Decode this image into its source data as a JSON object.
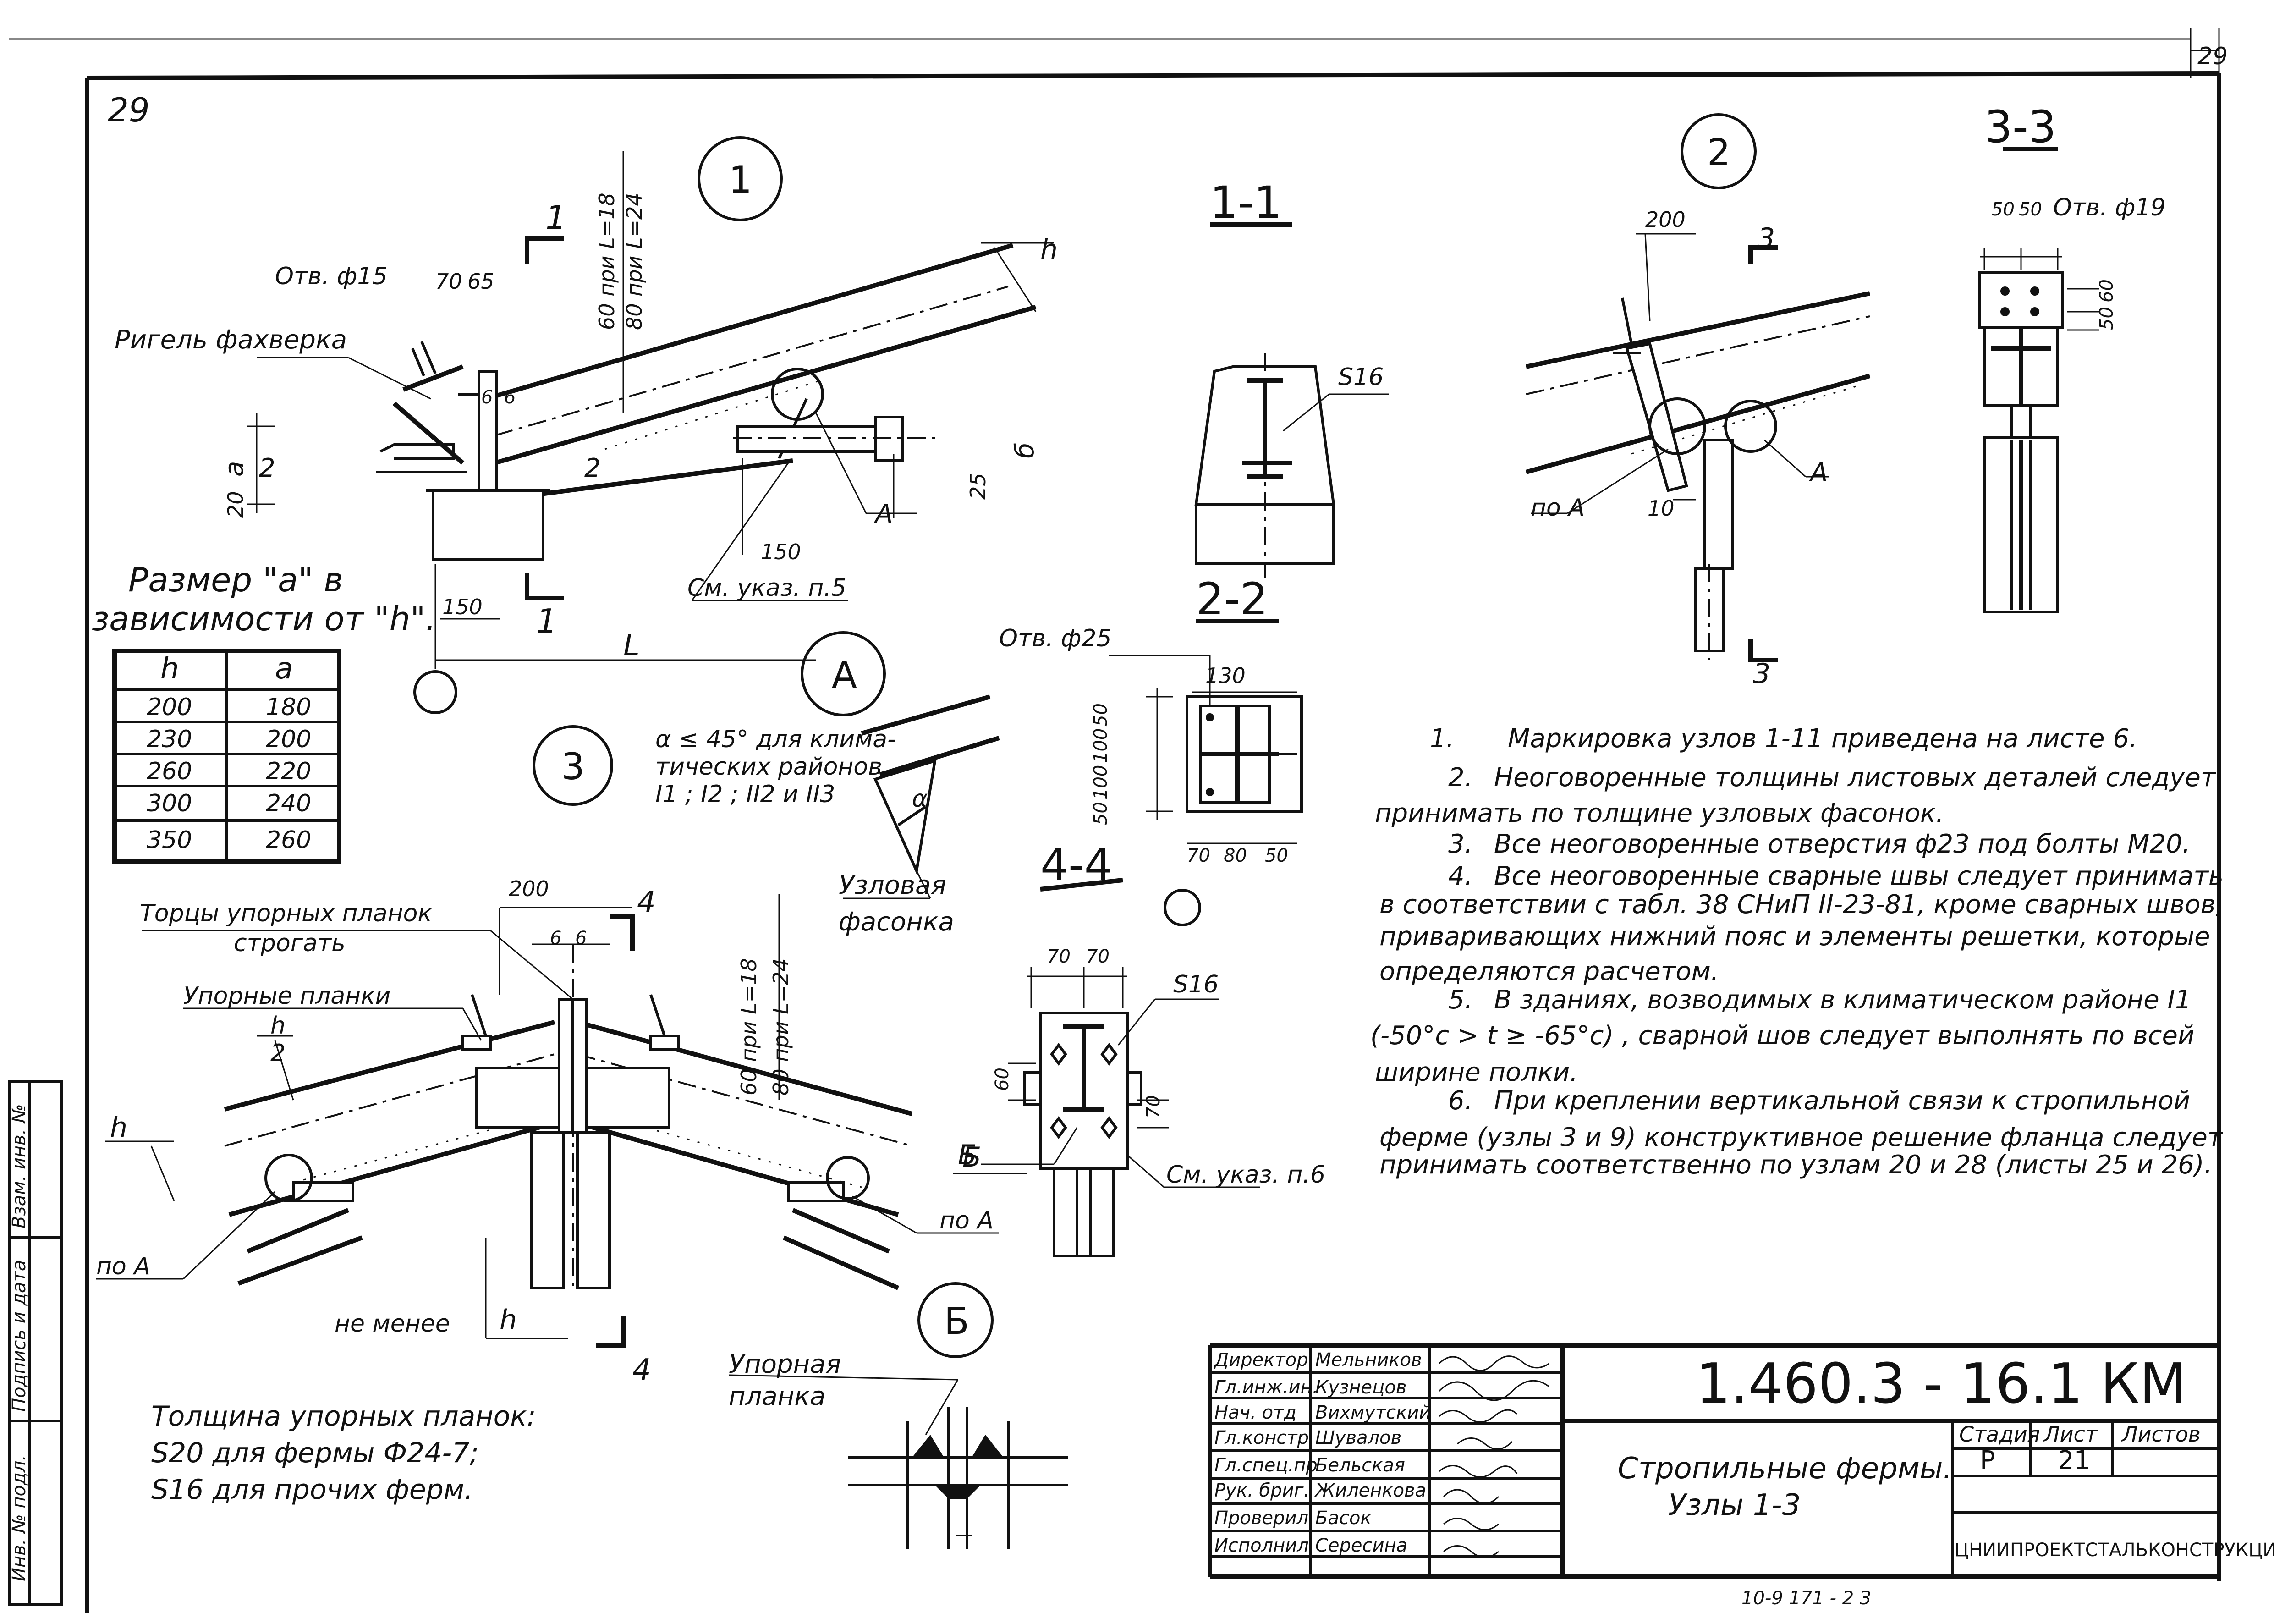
{
  "sheet": {
    "page_number_top_left": "29",
    "page_number_top_right": "29",
    "bottom_fragment": "10-9 171 - 2 3"
  },
  "node1": {
    "mark": "1",
    "section_mark_top": "1",
    "section_mark_bottom": "1",
    "hole": "Отв. ф15",
    "dim_70": "70",
    "dim_65": "65",
    "dim_60_18": "60 при L=18",
    "dim_80_24": "80 при L=24",
    "rigel": "Ригель фахверка",
    "h": "h",
    "a": "a",
    "dim_20": "20",
    "dim_2": "2",
    "dim_150_left": "150",
    "dim_150_mid": "150",
    "dim_6a": "6",
    "dim_6b": "6",
    "dim_25": "25",
    "b": "б",
    "dim_2_right": "2",
    "ref_A": "A",
    "note_ref": "См. указ. п.5",
    "span": "L",
    "size_caption_1": "Размер \"а\" в",
    "size_caption_2": "зависимости от \"h\"."
  },
  "size_table": {
    "headers": [
      "h",
      "a"
    ],
    "rows": [
      [
        "200",
        "180"
      ],
      [
        "230",
        "200"
      ],
      [
        "260",
        "220"
      ],
      [
        "300",
        "240"
      ],
      [
        "350",
        "260"
      ]
    ]
  },
  "section_1_1": {
    "title": "1-1",
    "thickness": "S16"
  },
  "section_2_2": {
    "title": "2-2",
    "hole": "Отв. ф25",
    "dim_130": "130",
    "vdims": [
      "50",
      "100",
      "100",
      "50"
    ],
    "hdims": [
      "70",
      "80",
      "50"
    ]
  },
  "nodeA": {
    "mark": "A",
    "note_1": "α ≤ 45° для клима-",
    "note_2": "тических районов",
    "note_3": "I1 ; I2 ; II2 и II3",
    "alpha": "α",
    "label_1": "Узловая",
    "label_2": "фасонка"
  },
  "node2": {
    "mark": "2",
    "dim_200": "200",
    "section_mark": "3",
    "ref_A": "A",
    "po_A": "по А",
    "dim_10": "10"
  },
  "section_3_3": {
    "title": "3-3",
    "dim_50a": "50",
    "dim_50b": "50",
    "hole": "Отв. ф19",
    "vdim_50": "50",
    "vdim_60": "60"
  },
  "node3": {
    "mark": "3",
    "label_tortsy_1": "Торцы упорных планок",
    "label_tortsy_2": "строгать",
    "label_planki": "Упорные планки",
    "h_over_2_num": "h",
    "h_over_2_den": "2",
    "h": "h",
    "dim_200": "200",
    "dim_6a": "6",
    "dim_6b": "6",
    "dim_60_18": "60 при L=18",
    "dim_80_24": "80 при L=24",
    "section_mark_top": "4",
    "section_mark_bottom": "4",
    "po_A_left": "по А",
    "po_A_right": "по А",
    "ne_menee": "не менее",
    "h_bottom": "h",
    "b_ref": "Б",
    "thickness_note_1": "Толщина упорных планок:",
    "thickness_note_2": "S20 для фермы Ф24-7;",
    "thickness_note_3": "S16 для прочих ферм."
  },
  "section_4_4": {
    "title": "4-4",
    "dim_70a": "70",
    "dim_70b": "70",
    "thickness": "S16",
    "dim_60": "60",
    "dim_70v": "70",
    "b_ref": "Б",
    "note_ref": "См. указ. п.6"
  },
  "nodeB": {
    "mark": "Б",
    "label_1": "Упорная",
    "label_2": "планка"
  },
  "notes": [
    {
      "num": "1.",
      "lines": [
        "Маркировка  узлов  1-11  приведена на листе 6."
      ]
    },
    {
      "num": "2.",
      "lines": [
        "Неоговоренные  толщины  листовых  деталей  следует",
        "принимать  по толщине   узловых   фасонок."
      ]
    },
    {
      "num": "3.",
      "lines": [
        "Все  неоговоренные   отверстия  ф23  под болты  М20."
      ]
    },
    {
      "num": "4.",
      "lines": [
        "Все  неоговоренные   сварные  швы  следует  принимать",
        "в соответствии   с  табл. 38  СНиП II-23-81, кроме  сварных  швов,",
        "приваривающих   нижний  пояс  и элементы  решетки,  которые",
        "определяются  расчетом."
      ]
    },
    {
      "num": "5.",
      "lines": [
        "В зданиях,  возводимых    в  климатическом  районе I1",
        "(-50°c > t ≥ -65°c) , сварной  шов  следует  выполнять  по всей",
        "ширине   полки."
      ]
    },
    {
      "num": "6.",
      "lines": [
        "При  креплении  вертикальной  связи  к стропильной",
        "ферме  (узлы  3 и 9)  конструктивное  решение  фланца  следует",
        "принимать   соответственно    по узлам   20 и 28  (листы 25 и 26)."
      ]
    }
  ],
  "side_stamps": [
    "Взам. инв. №",
    "Подпись и дата",
    "Инв. № подл."
  ],
  "title_block": {
    "code": "1.460.3 - 16.1 КМ",
    "title_1": "Стропильные  фермы.",
    "title_2": "Узлы  1-3",
    "stage_label": "Стадия",
    "sheet_label": "Лист",
    "sheets_label": "Листов",
    "stage": "Р",
    "sheet": "21",
    "organization": "ЦНИИПРОЕКТСТАЛЬКОНСТРУКЦИЯ",
    "staff": [
      {
        "role": "Директор",
        "name": "Мельников"
      },
      {
        "role": "Гл.инж.ин.",
        "name": "Кузнецов"
      },
      {
        "role": "Нач. отд",
        "name": "Вихмутский"
      },
      {
        "role": "Гл.констр",
        "name": "Шувалов"
      },
      {
        "role": "Гл.спец.пр",
        "name": "Бельская"
      },
      {
        "role": "Рук. бриг.",
        "name": "Жиленкова"
      },
      {
        "role": "Проверил",
        "name": "Басок"
      },
      {
        "role": "Исполнил",
        "name": "Сересина"
      }
    ]
  }
}
